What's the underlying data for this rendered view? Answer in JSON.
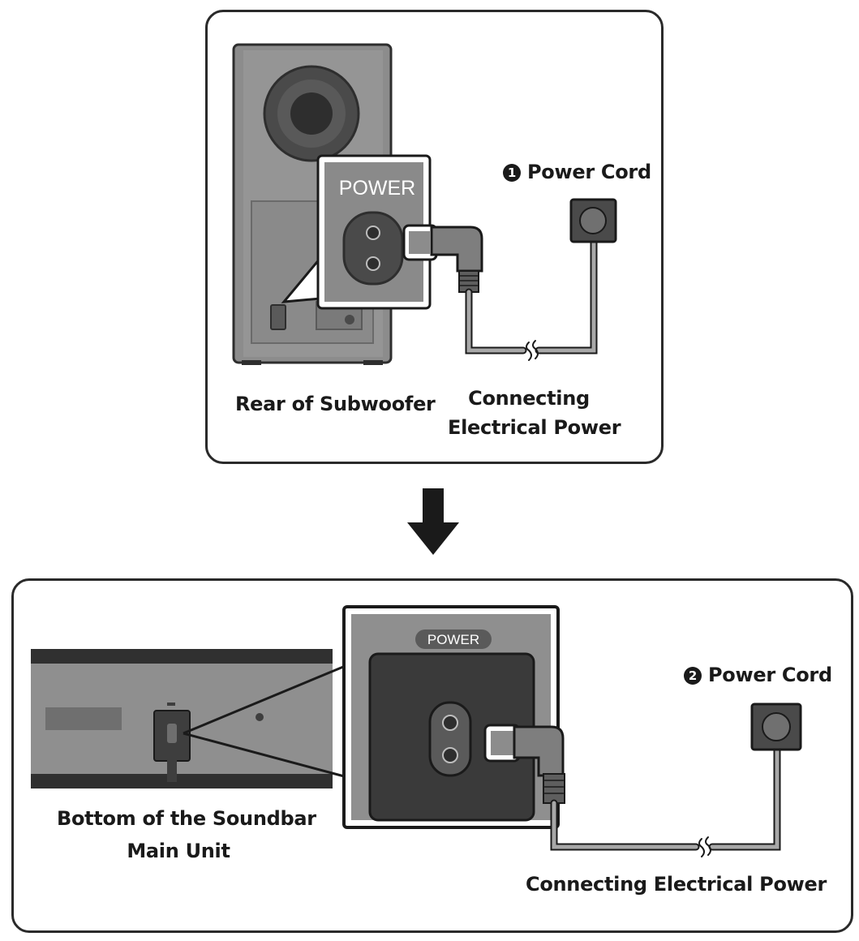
{
  "top_panel": {
    "power_label": "POWER",
    "cord_number": "1",
    "cord_label": "Power Cord",
    "device_label": "Rear of Subwoofer",
    "connect_line1": "Connecting",
    "connect_line2": "Electrical Power"
  },
  "bottom_panel": {
    "power_label": "POWER",
    "cord_number": "2",
    "cord_label": "Power Cord",
    "device_line1": "Bottom of the Soundbar",
    "device_line2": "Main Unit",
    "connect_label": "Connecting Electrical Power"
  },
  "colors": {
    "dark_gray": "#3c3c3c",
    "mid_gray": "#8a8a8a",
    "light_gray": "#b5b5b5",
    "cable_gray": "#9a9a9a",
    "border": "#2a2a2a"
  }
}
